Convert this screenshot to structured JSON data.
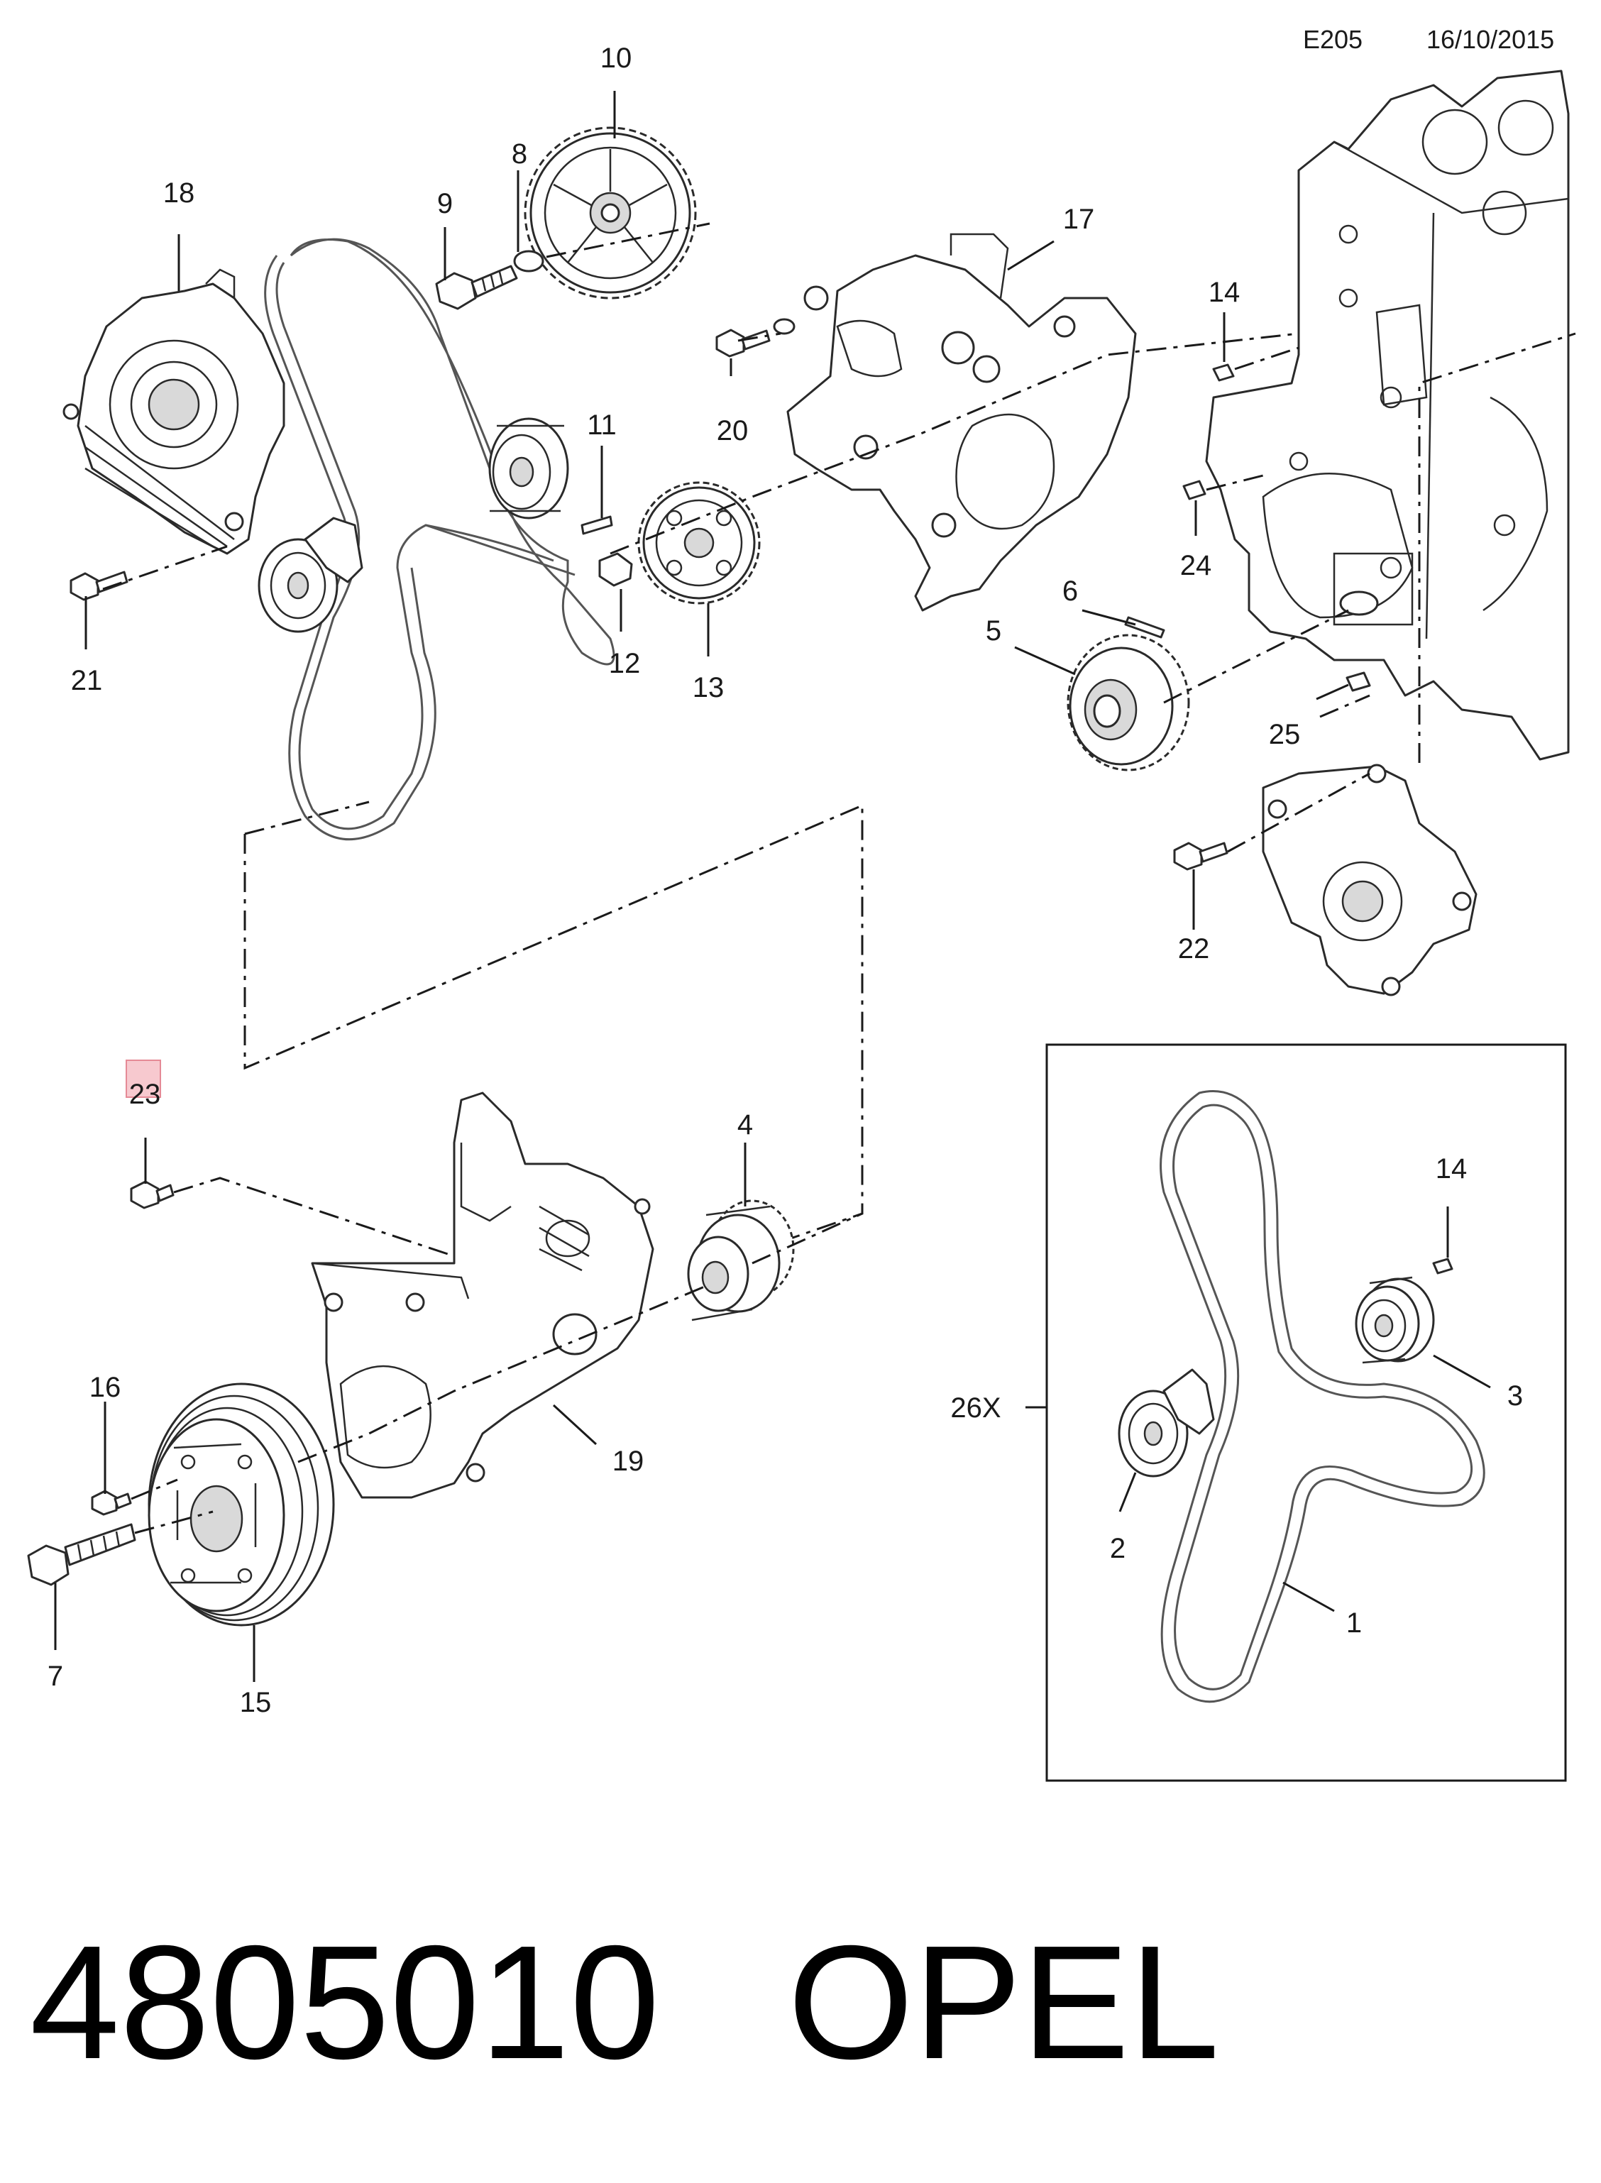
{
  "header": {
    "diagram_code": "E205",
    "date": "16/10/2015"
  },
  "labels": {
    "l1": "1",
    "l2": "2",
    "l3": "3",
    "l4": "4",
    "l5": "5",
    "l6": "6",
    "l7": "7",
    "l8": "8",
    "l9": "9",
    "l10": "10",
    "l11": "11",
    "l12": "12",
    "l13": "13",
    "l14a": "14",
    "l14b": "14",
    "l15": "15",
    "l16": "16",
    "l17": "17",
    "l18": "18",
    "l19": "19",
    "l20": "20",
    "l21": "21",
    "l22": "22",
    "l23": "23",
    "l24": "24",
    "l25": "25",
    "l26x": "26X"
  },
  "footer": {
    "part_number": "4805010",
    "brand": "OPEL"
  },
  "colors": {
    "highlight_fill": "#f7c9cf",
    "highlight_stroke": "#e58a96"
  }
}
